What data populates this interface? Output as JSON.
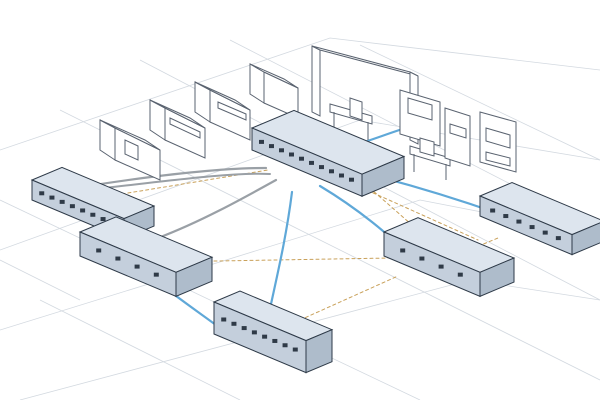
{
  "diagram": {
    "type": "isometric-network-topology",
    "colors": {
      "background": "#ffffff",
      "floor_grid": "#d3d9e0",
      "device_body": "#c4cfdc",
      "device_top": "#dde5ee",
      "device_outline": "#2e3a48",
      "port": "#2f3a47",
      "fiber_cable": "#5fa8d8",
      "copper_cable": "#9aa0a6",
      "wireless_link": "#c9a15a",
      "furniture_outline": "#5a6370"
    },
    "devices": [
      {
        "id": "core-switch",
        "icon": "core-switch-icon"
      },
      {
        "id": "edge-switch-left",
        "icon": "switch-icon"
      },
      {
        "id": "router-left",
        "icon": "router-icon"
      },
      {
        "id": "switch-bottom",
        "icon": "switch-icon"
      },
      {
        "id": "router-right",
        "icon": "router-icon"
      },
      {
        "id": "edge-switch-right",
        "icon": "switch-icon"
      }
    ],
    "furniture": [
      {
        "id": "cubicles-left",
        "icon": "cubicle-icon"
      },
      {
        "id": "workstations-right",
        "icon": "desk-icon"
      }
    ],
    "links": [
      {
        "from": "core-switch",
        "to": "edge-switch-left",
        "medium": "copper"
      },
      {
        "from": "core-switch",
        "to": "router-left",
        "medium": "copper"
      },
      {
        "from": "core-switch",
        "to": "switch-bottom",
        "medium": "fiber"
      },
      {
        "from": "core-switch",
        "to": "router-right",
        "medium": "fiber"
      },
      {
        "from": "core-switch",
        "to": "edge-switch-right",
        "medium": "fiber"
      },
      {
        "from": "core-switch",
        "to": "workstations-right",
        "medium": "fiber"
      },
      {
        "from": "router-left",
        "to": "switch-bottom",
        "medium": "fiber"
      },
      {
        "from": "router-right",
        "to": "switch-bottom",
        "medium": "wireless"
      },
      {
        "from": "edge-switch-left",
        "to": "core-switch",
        "medium": "wireless"
      },
      {
        "from": "router-left",
        "to": "router-right",
        "medium": "wireless"
      },
      {
        "from": "core-switch",
        "to": "router-right",
        "medium": "wireless"
      },
      {
        "from": "router-right",
        "to": "edge-switch-right",
        "medium": "wireless"
      }
    ]
  }
}
